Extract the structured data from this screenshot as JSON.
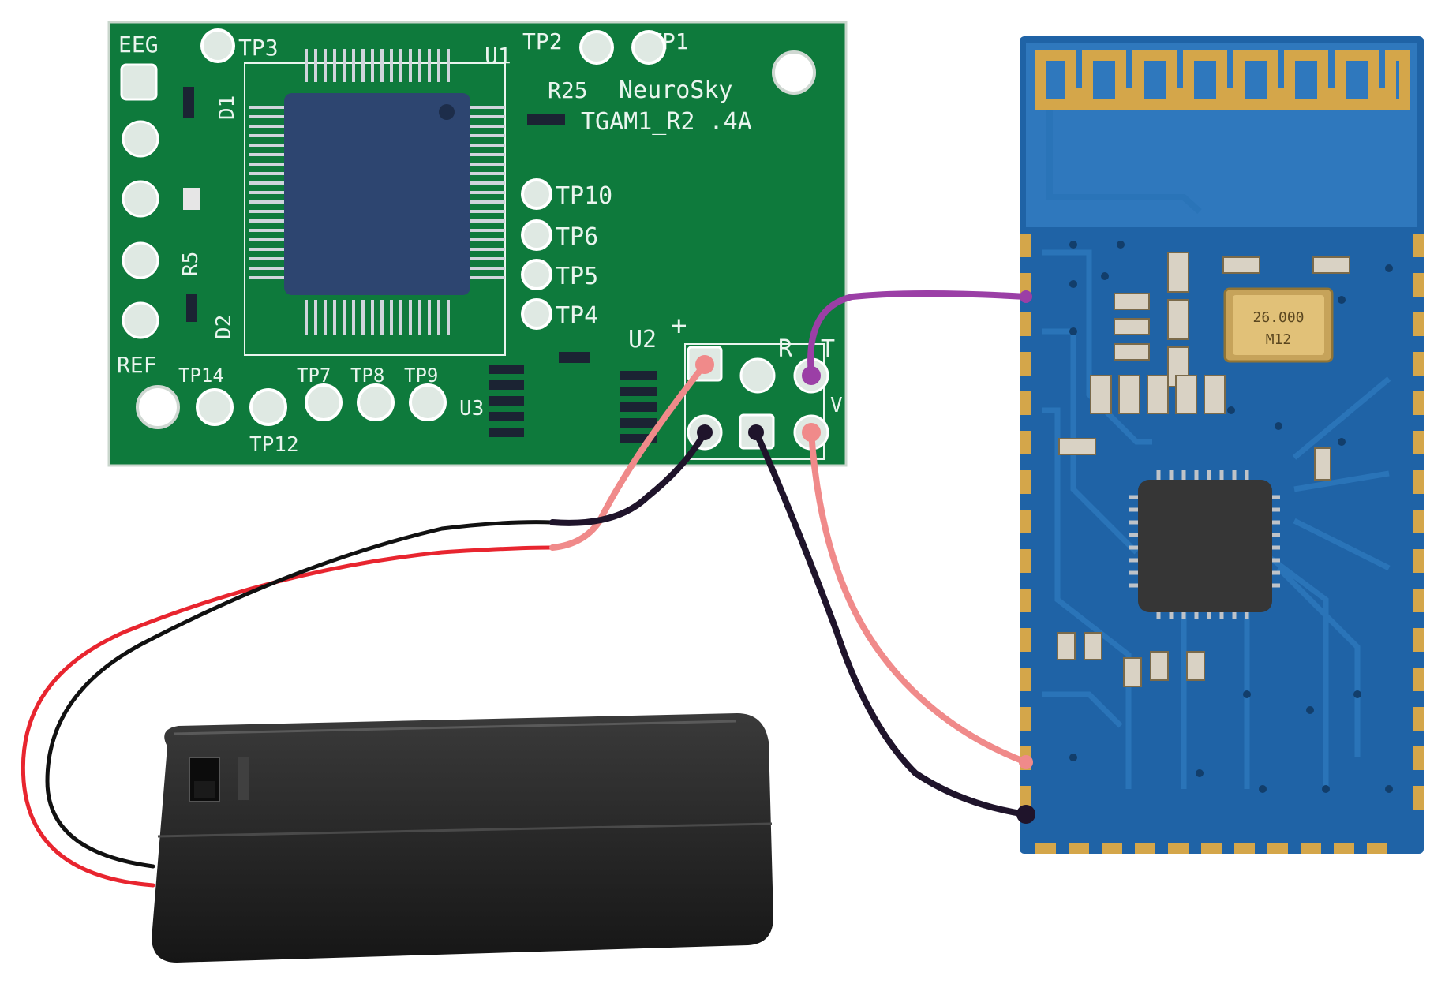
{
  "colors": {
    "tgam_pcb": "#0e7a3c",
    "tgam_pcb_dark": "#0a5f2e",
    "tgam_silk": "#e9f5ee",
    "bt_pcb": "#1f63a6",
    "bt_trace": "#2a74b8",
    "gold": "#d4a64a",
    "chip": "#2d4570",
    "bt_chip": "#363636",
    "battery_box": "#2b2b2b",
    "wire_purple": "#9b3fa6",
    "wire_pink": "#f08a8a",
    "wire_black": "#1f142b",
    "cable_red": "#e8252f",
    "cable_black": "#111111"
  },
  "icons": {
    "tgam_board": "pcb-board-icon",
    "bluetooth_module": "bluetooth-module-icon",
    "battery_holder": "battery-holder-icon"
  },
  "tgam": {
    "brand": "NeuroSky",
    "model": "TGAM1_R2 .4A",
    "labels": {
      "eeg": "EEG",
      "ref": "REF",
      "tp3": "TP3",
      "u1": "U1",
      "tp2": "TP2",
      "tp1": "TP1",
      "r25": "R25",
      "d1": "D1",
      "r5": "R5",
      "d2": "D2",
      "tp10": "TP10",
      "tp6": "TP6",
      "tp5": "TP5",
      "tp4": "TP4",
      "u2": "U2",
      "plus": "+",
      "r": "R",
      "t": "T",
      "v": "V",
      "tp14": "TP14",
      "tp12": "TP12",
      "tp7": "TP7",
      "tp8": "TP8",
      "tp9": "TP9",
      "u3": "U3"
    }
  },
  "bt_module": {
    "crystal_top": "26.000",
    "crystal_bottom": "M12"
  }
}
